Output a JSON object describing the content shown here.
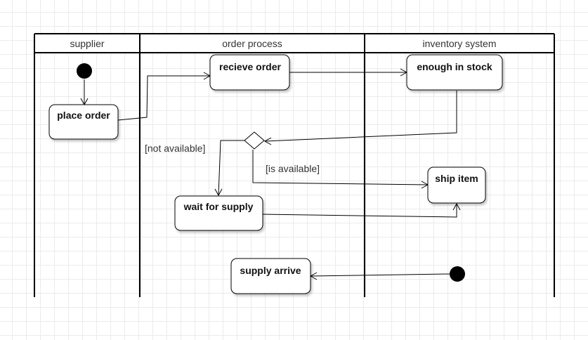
{
  "swimlanes": [
    {
      "id": "supplier",
      "title": "supplier"
    },
    {
      "id": "order-process",
      "title": "order process"
    },
    {
      "id": "inventory-system",
      "title": "inventory system"
    }
  ],
  "nodes": {
    "place_order": "place order",
    "recieve_order": "recieve order",
    "enough_in_stock": "enough in stock",
    "ship_item": "ship item",
    "wait_for_supply": "wait for supply",
    "supply_arrive": "supply arrive"
  },
  "guards": {
    "not_available": "[not available]",
    "is_available": "[is available]"
  }
}
